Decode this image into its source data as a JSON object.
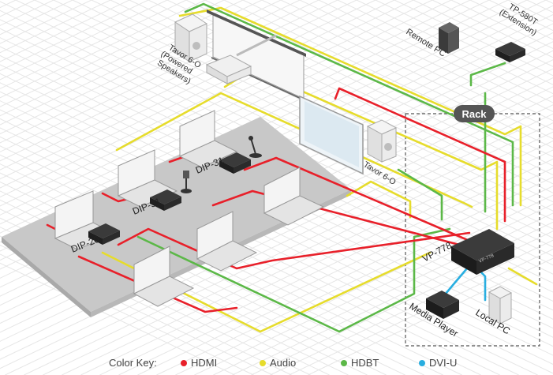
{
  "labels": {
    "speaker_top": [
      "Tavor 6-O",
      "(Powered",
      "Speakers)"
    ],
    "speaker_right": "Tavor 6-O",
    "remote_pc": "Remote PC",
    "tp580t": [
      "TP-580T",
      "(Extension)"
    ],
    "rack": "Rack",
    "vp778": "VP-778",
    "vp778_face": "VP-778",
    "dip31_a": "DIP-31",
    "dip31_b": "DIP-31",
    "dip20": "DIP-20",
    "media_player": "Media Player",
    "local_pc": "Local PC"
  },
  "color_key": {
    "title": "Color Key:",
    "items": [
      {
        "label": "HDMI",
        "color": "#e8202a"
      },
      {
        "label": "Audio",
        "color": "#e6dc2c"
      },
      {
        "label": "HDBT",
        "color": "#5cb848"
      },
      {
        "label": "DVI-U",
        "color": "#29aee0"
      }
    ]
  },
  "colors": {
    "hdmi": "#e8202a",
    "audio": "#e6dc2c",
    "hdbt": "#5cb848",
    "dvi": "#29aee0",
    "floor": "#c9c9c9",
    "grid": "#e3e3e3",
    "device": "#2a2a2a"
  }
}
